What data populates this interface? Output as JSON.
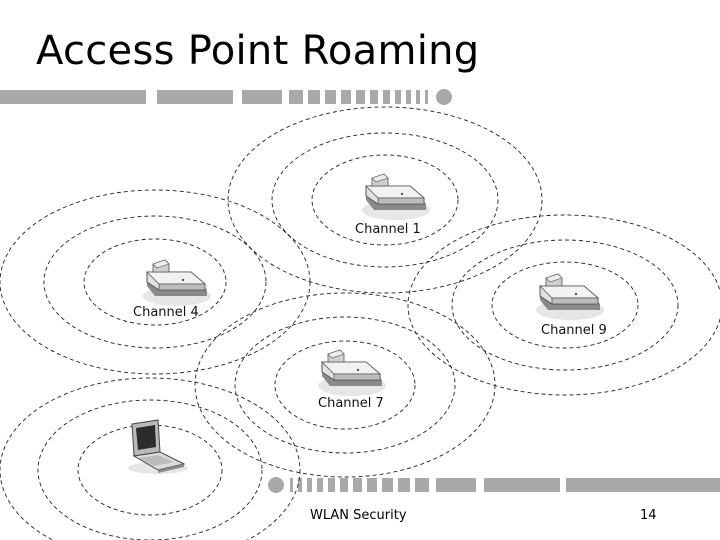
{
  "slide": {
    "title": "Access Point Roaming",
    "footer_text": "WLAN Security",
    "page_number": "14"
  },
  "diagram": {
    "access_points": [
      {
        "id": "ap-channel-1",
        "label": "Channel 1"
      },
      {
        "id": "ap-channel-4",
        "label": "Channel 4"
      },
      {
        "id": "ap-channel-9",
        "label": "Channel 9"
      },
      {
        "id": "ap-channel-7",
        "label": "Channel 7"
      }
    ],
    "client": {
      "icon": "laptop-icon"
    }
  },
  "colors": {
    "bar": "#a9a9a9",
    "ring": "#222222",
    "device_face": "#e4e4e4",
    "device_shadow": "#8a8a8a"
  }
}
